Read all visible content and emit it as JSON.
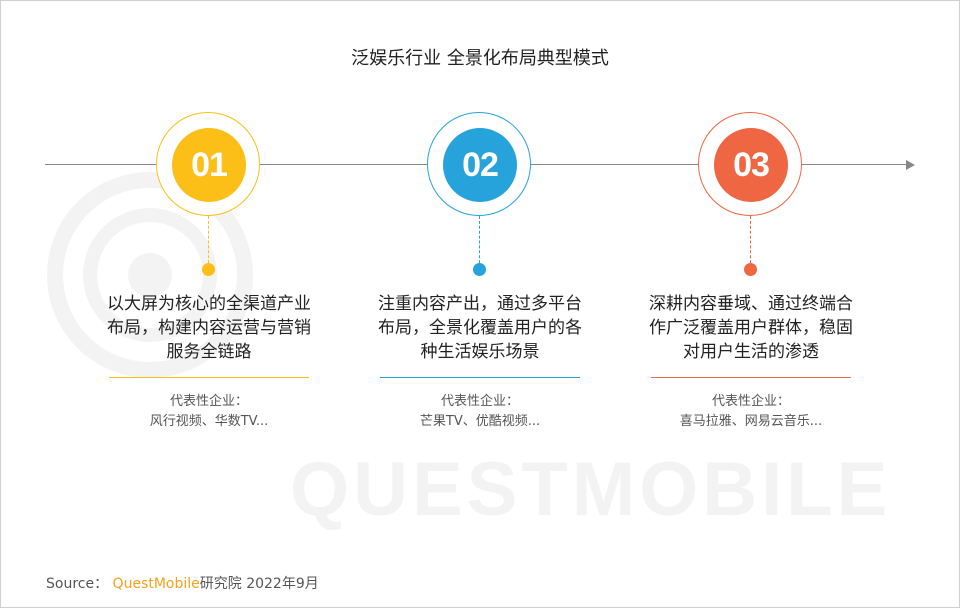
{
  "title": "泛娱乐行业 全景化布局典型模式",
  "watermark": "QUESTMOBILE",
  "colors": {
    "step1": "#fbbf17",
    "step2": "#27a3dc",
    "step3": "#ee6742",
    "axis": "#888888"
  },
  "steps": [
    {
      "number": "01",
      "lines": [
        "以大屏为核心的全渠道产业",
        "布局，构建内容运营与营销",
        "服务全链路"
      ],
      "rep_label": "代表性企业：",
      "rep_value": "风行视频、华数TV..."
    },
    {
      "number": "02",
      "lines": [
        "注重内容产出，通过多平台",
        "布局，全景化覆盖用户的各",
        "种生活娱乐场景"
      ],
      "rep_label": "代表性企业：",
      "rep_value": "芒果TV、优酷视频..."
    },
    {
      "number": "03",
      "lines": [
        "深耕内容垂域、通过终端合",
        "作广泛覆盖用户群体，稳固",
        "对用户生活的渗透"
      ],
      "rep_label": "代表性企业：",
      "rep_value": "喜马拉雅、网易云音乐..."
    }
  ],
  "source": {
    "label": "Source：",
    "brand": "QuestMobile",
    "rest": "研究院 2022年9月"
  }
}
